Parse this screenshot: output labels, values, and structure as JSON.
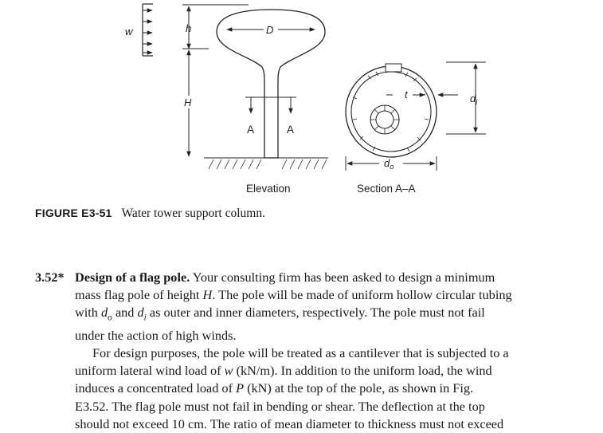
{
  "figure": {
    "labels": {
      "w": "w",
      "h": "h",
      "D": "D",
      "H": "H",
      "section_mark_left": "A",
      "section_mark_right": "A",
      "t": "t",
      "d_i_base": "d",
      "d_i_sub": "i",
      "d_o_base": "d",
      "d_o_sub": "o"
    },
    "sub_captions": {
      "elevation": "Elevation",
      "section": "Section A–A"
    },
    "caption": {
      "number": "FIGURE E3-51",
      "text": "Water tower support column."
    }
  },
  "problem": {
    "number": "3.52*",
    "title": "Design of a flag pole.",
    "lines": {
      "l1": "Your consulting firm has been asked to design a minimum",
      "l2": "mass flag pole of height H. The pole will be made of uniform hollow circular tubing",
      "l3": "with d_o and d_i as outer and inner diameters, respectively. The pole must not fail",
      "l4": "under the action of high winds.",
      "l5": "For design purposes, the pole will be treated as a cantilever that is subjected to a",
      "l6": "uniform lateral wind load of w (kN/m). In addition to the uniform load, the wind",
      "l7": "induces a concentrated load of P (kN) at the top of the pole, as shown in Fig.",
      "l8": "E3.52. The flag pole must not fail in bending or shear. The deflection at the top",
      "l9": "should not exceed 10 cm. The ratio of mean diameter to thickness must not exceed"
    },
    "fragments": {
      "l2a": "mass flag pole of height ",
      "l2b": "H",
      "l2c": ". The pole will be made of uniform hollow circular tubing",
      "l3a": "with ",
      "l3b": " and ",
      "l3c": " as outer and inner diameters, respectively. The pole must not fail",
      "l6a": "uniform lateral wind load of ",
      "l6b": "w",
      "l6c": " (kN/m). In addition to the uniform load, the wind",
      "l7a": "induces a concentrated load of ",
      "l7b": "P",
      "l7c": " (kN) at the top of the pole, as shown in Fig."
    }
  }
}
